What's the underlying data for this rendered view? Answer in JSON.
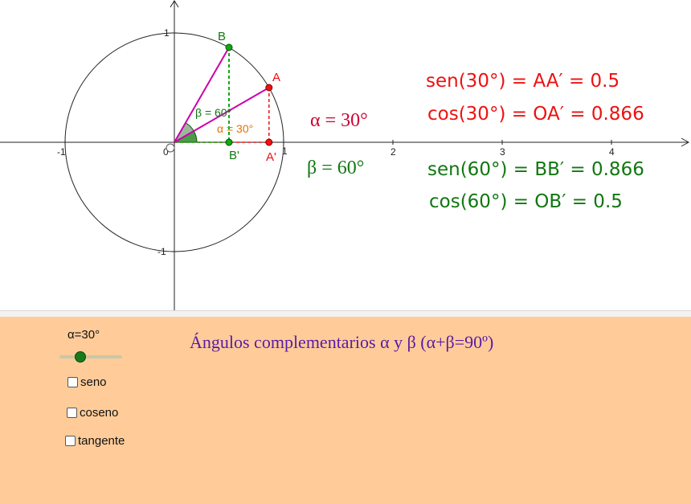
{
  "graph": {
    "axis_ticks": {
      "x": [
        "-1",
        "0",
        "1",
        "2",
        "3",
        "4"
      ],
      "y": [
        "1",
        "-1"
      ]
    },
    "points": {
      "A": "A",
      "B": "B",
      "A_prime": "A'",
      "B_prime": "B'"
    },
    "angle_labels": {
      "alpha": "α = 30°",
      "beta": "β = 60°"
    },
    "big_alpha": "α = 30°",
    "big_beta": "β =  60°",
    "equations": {
      "sin30": "sen(30°) = AA′ = 0.5",
      "cos30": "cos(30°) = OA′ = 0.866",
      "sin60": "sen(60°) = BB′ = 0.866",
      "cos60": "cos(60°) = OB′ = 0.5"
    },
    "colors": {
      "red": "#ee1111",
      "green": "#117711",
      "magenta": "#cc00aa",
      "orange": "#e87000",
      "title": "#5a1aa6"
    }
  },
  "panel": {
    "slider_label": "α=30°",
    "slider_value_deg": 30,
    "title": "Ángulos complementarios α y β  (α+β=90º)",
    "checkboxes": [
      {
        "label": "seno",
        "checked": false
      },
      {
        "label": "coseno",
        "checked": false
      },
      {
        "label": "tangente",
        "checked": false
      }
    ]
  }
}
